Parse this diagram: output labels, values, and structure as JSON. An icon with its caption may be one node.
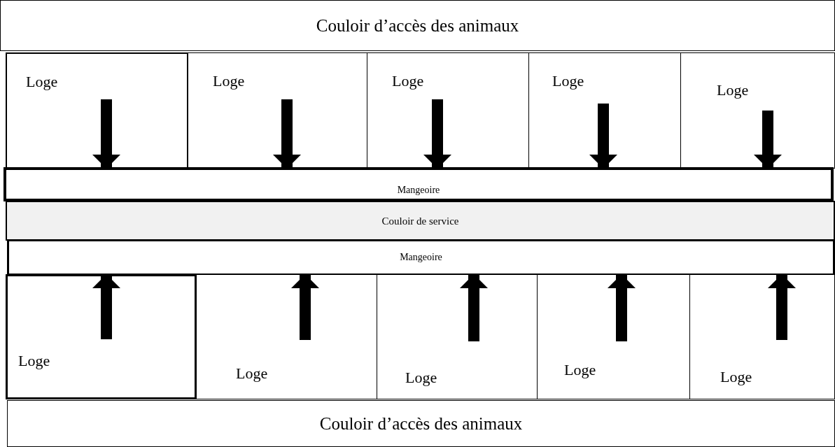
{
  "diagram": {
    "nodes": [
      {
        "text": [
          "Couloir d’accès des animaux"
        ]
      },
      {
        "text": [
          "Loge"
        ]
      },
      {
        "text": [
          "Loge"
        ]
      },
      {
        "text": [
          "Loge"
        ]
      },
      {
        "text": [
          "Loge"
        ]
      },
      {
        "text": [
          "Loge"
        ]
      },
      {
        "text": [
          "Mangeoire"
        ]
      },
      {
        "text": [
          "Couloir de service"
        ]
      },
      {
        "text": [
          "Mangeoire"
        ]
      },
      {
        "text": [
          "Loge"
        ]
      },
      {
        "text": [
          "Loge"
        ]
      },
      {
        "text": [
          "Loge"
        ]
      },
      {
        "text": [
          "Loge"
        ]
      },
      {
        "text": [
          "Loge"
        ]
      },
      {
        "text": [
          "Couloir d’accès des animaux"
        ]
      }
    ],
    "edges": [
      {
        "from": 1,
        "to": 6,
        "arrow": "to"
      },
      {
        "from": 2,
        "to": 6,
        "arrow": "to"
      },
      {
        "from": 3,
        "to": 6,
        "arrow": "to"
      },
      {
        "from": 4,
        "to": 6,
        "arrow": "to"
      },
      {
        "from": 5,
        "to": 6,
        "arrow": "to"
      },
      {
        "from": 9,
        "to": 8,
        "arrow": "to"
      },
      {
        "from": 10,
        "to": 8,
        "arrow": "to"
      },
      {
        "from": 11,
        "to": 8,
        "arrow": "to"
      },
      {
        "from": 12,
        "to": 8,
        "arrow": "to"
      },
      {
        "from": 13,
        "to": 8,
        "arrow": "to"
      }
    ]
  }
}
